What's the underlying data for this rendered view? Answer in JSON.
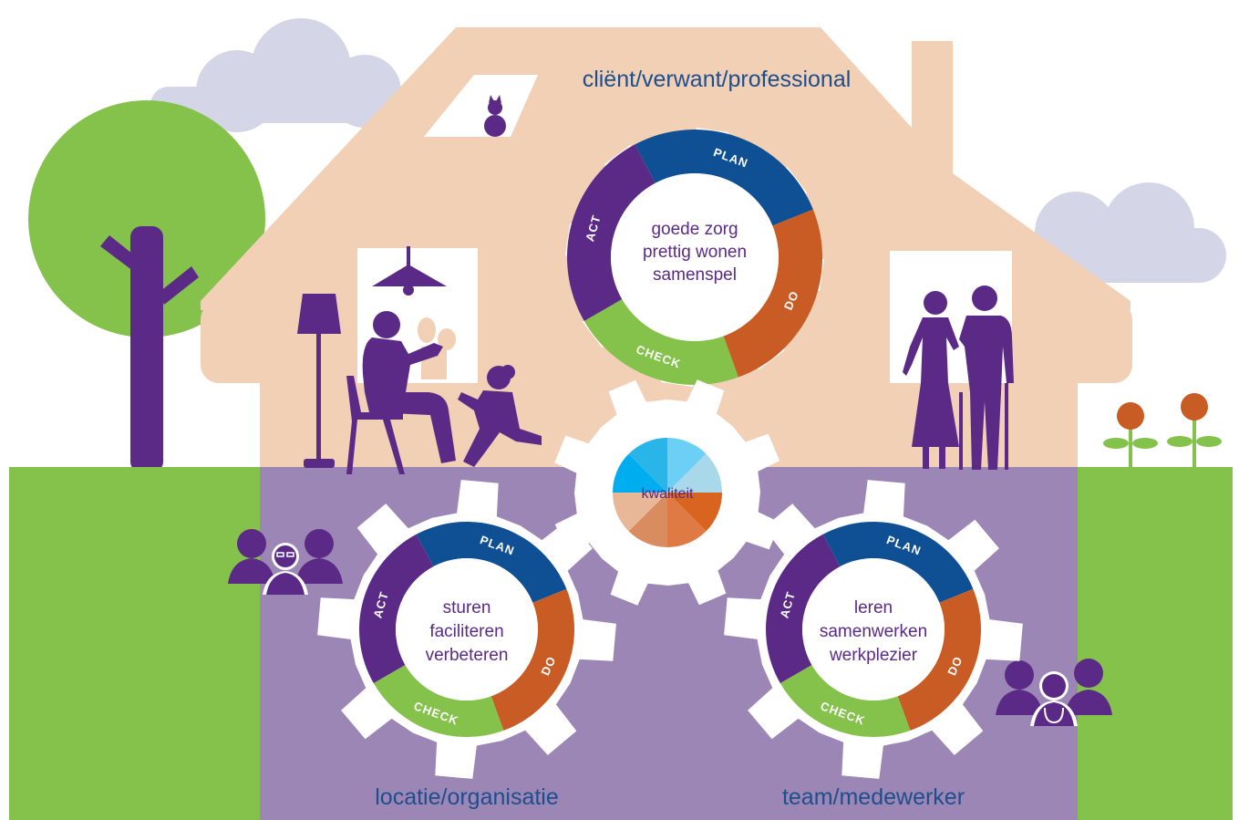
{
  "labels": {
    "top": "cliënt/verwant/professional",
    "left": "locatie/organisatie",
    "right": "team/medewerker",
    "quality": "kwaliteit"
  },
  "cycle": {
    "plan": "PLAN",
    "do": "DO",
    "check": "CHECK",
    "act": "ACT"
  },
  "gears": {
    "top": {
      "lines": [
        "goede zorg",
        "prettig wonen",
        "samenspel"
      ]
    },
    "left": {
      "lines": [
        "sturen",
        "faciliteren",
        "verbeteren"
      ]
    },
    "right": {
      "lines": [
        "leren",
        "samenwerken",
        "werkplezier"
      ]
    }
  },
  "colors": {
    "house": "#f1d0b6",
    "grass": "#84c24b",
    "ground": "#9b86b5",
    "cloud": "#d4d6e8",
    "figure": "#5b2a86",
    "plan": "#0f4f94",
    "do": "#c95c24",
    "check": "#84c24b",
    "act": "#5b2a86",
    "gear": "#ffffff",
    "label_blue": "#1f4e8c",
    "flower": "#c95c24"
  },
  "icons": {
    "tree": "tree-icon",
    "lamp": "floor-lamp-icon",
    "pendant": "pendant-lamp-icon",
    "cat": "cat-icon",
    "family": "parent-child-icon",
    "couple": "elderly-couple-icon",
    "management": "management-group-icon",
    "staff": "care-team-icon",
    "flower": "flower-icon"
  }
}
